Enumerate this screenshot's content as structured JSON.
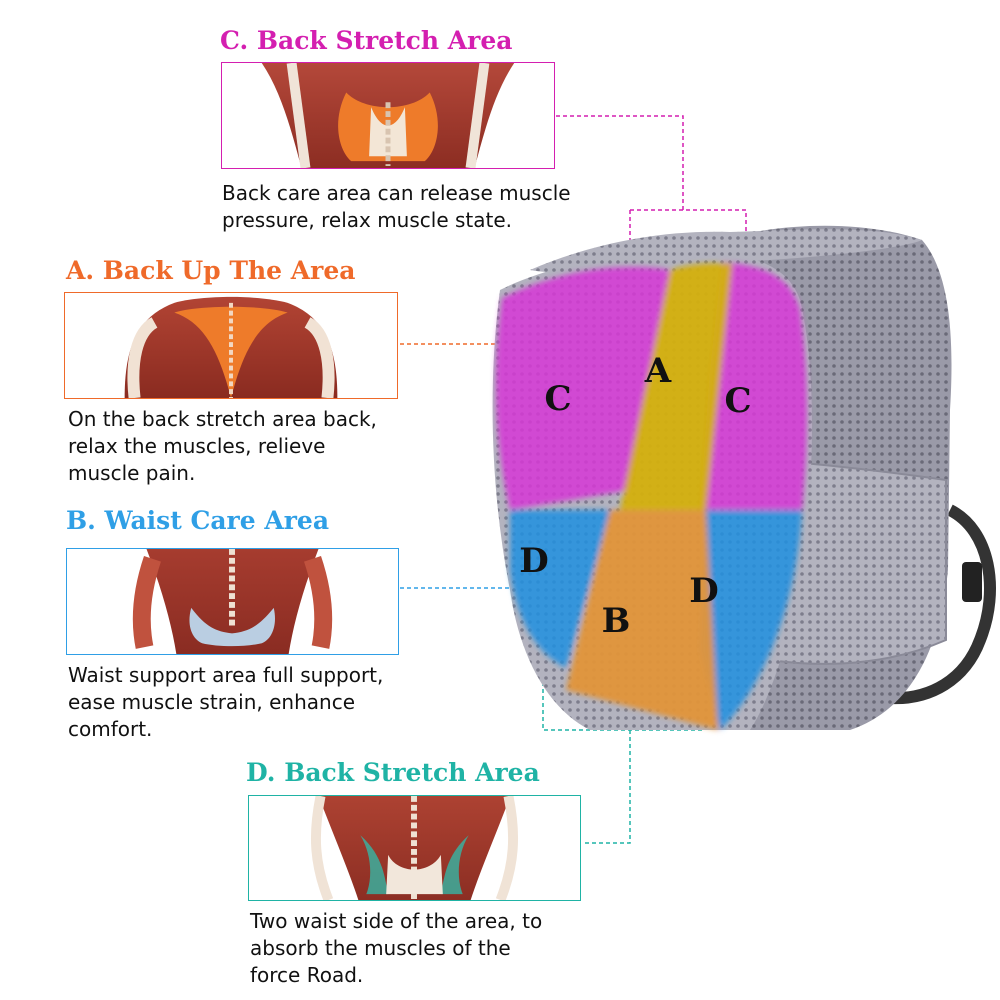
{
  "colors": {
    "c_title": "#d41fb0",
    "a_title": "#ef6a2a",
    "b_title": "#2f9fe6",
    "d_title": "#1fb3a5",
    "zone_a": "#d4b00e",
    "zone_b": "#e2953a",
    "zone_c": "#d636d6",
    "zone_d": "#1f8fe0",
    "mesh": "#a9a9b5"
  },
  "sections": {
    "c": {
      "title": "C. Back Stretch Area",
      "desc_lines": [
        "Back care area can release muscle",
        "pressure, relax muscle state."
      ],
      "image_icon": "back-muscle-upper-illustration"
    },
    "a": {
      "title": "A. Back Up The Area",
      "desc_lines": [
        "On the back stretch area back,",
        "relax the muscles, relieve",
        "muscle pain."
      ],
      "image_icon": "back-muscle-trapezius-illustration"
    },
    "b": {
      "title": "B. Waist Care Area",
      "desc_lines": [
        "Waist support area full support,",
        "ease muscle strain, enhance",
        "comfort."
      ],
      "image_icon": "lower-back-muscle-illustration"
    },
    "d": {
      "title": "D. Back Stretch Area",
      "desc_lines": [
        "Two waist side of the area, to",
        "absorb the muscles of the",
        "force Road."
      ],
      "image_icon": "waist-side-muscle-illustration"
    }
  },
  "pillow": {
    "icon": "lumbar-support-pillow",
    "zones": {
      "a": "A",
      "b": "B",
      "c_left": "C",
      "c_right": "C",
      "d_left": "D",
      "d_right": "D"
    }
  }
}
